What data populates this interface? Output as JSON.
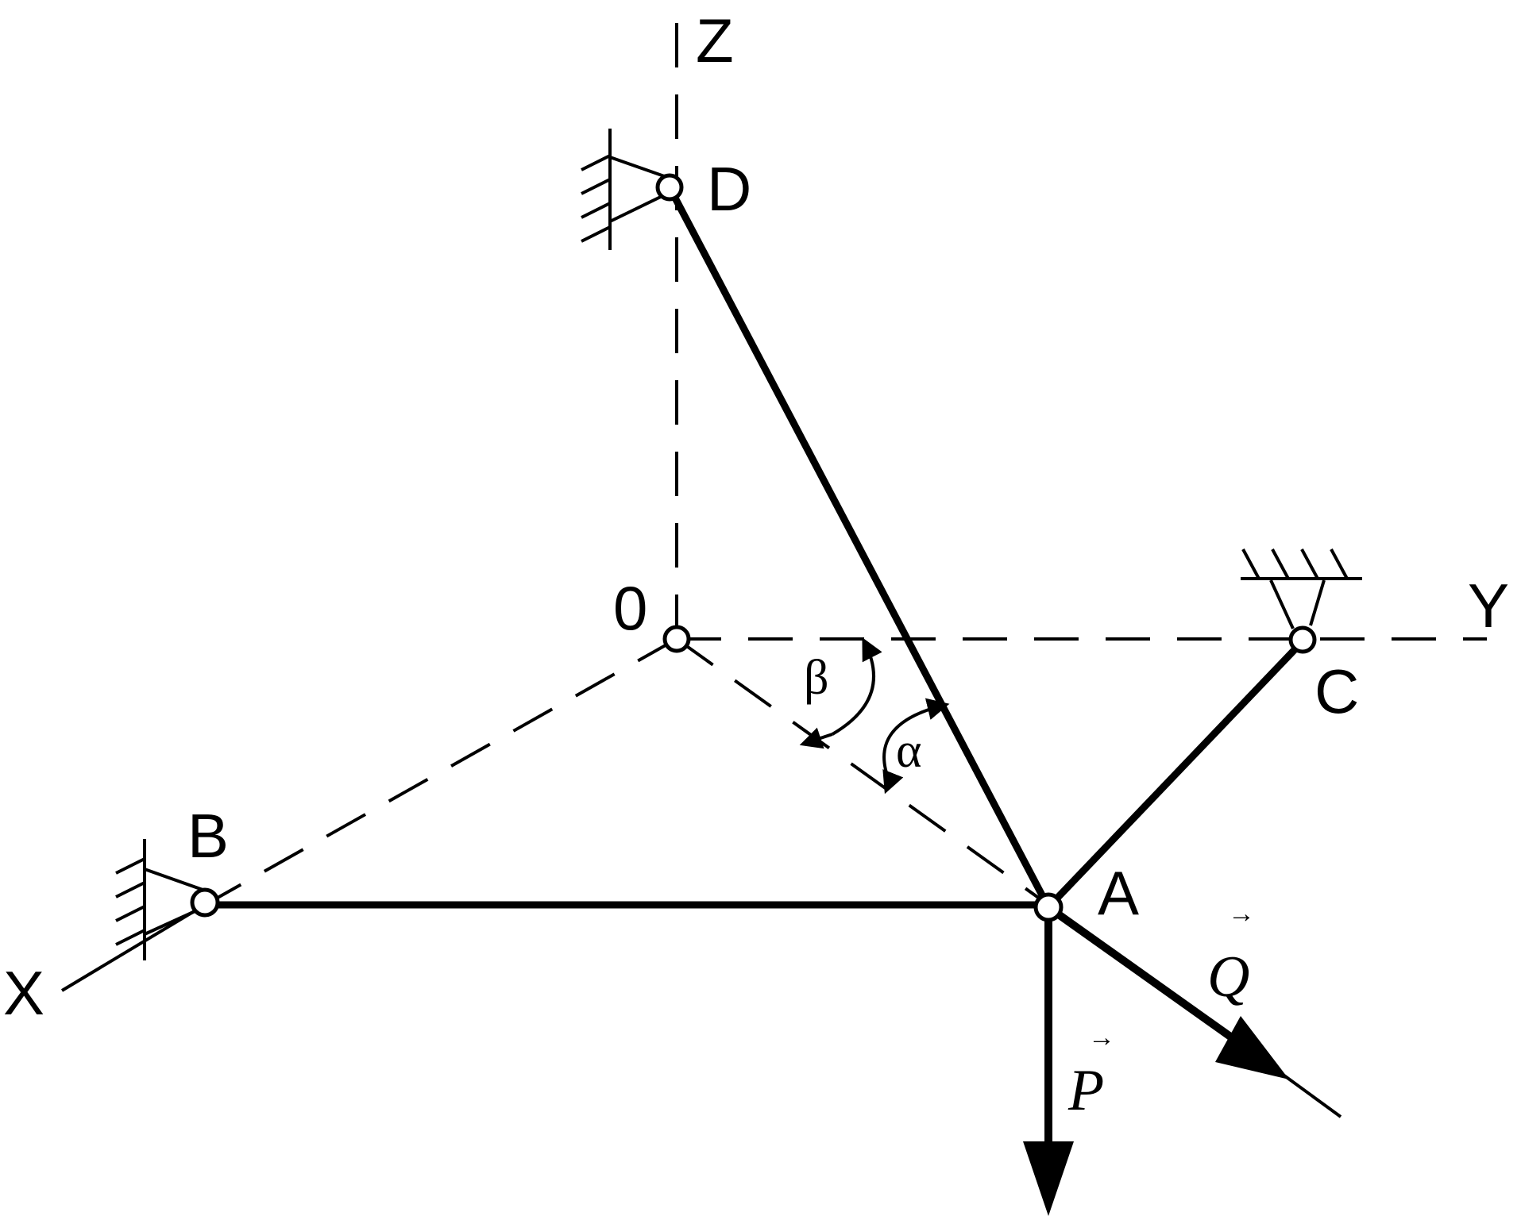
{
  "axes": {
    "x": "X",
    "y": "Y",
    "z": "Z"
  },
  "points": {
    "origin": "0",
    "a": "A",
    "b": "B",
    "c": "C",
    "d": "D"
  },
  "angles": {
    "alpha": "α",
    "beta": "β"
  },
  "forces": {
    "p": "P",
    "q": "Q",
    "vector_arrow": "→"
  },
  "colors": {
    "ink": "#000000",
    "background": "#ffffff"
  }
}
